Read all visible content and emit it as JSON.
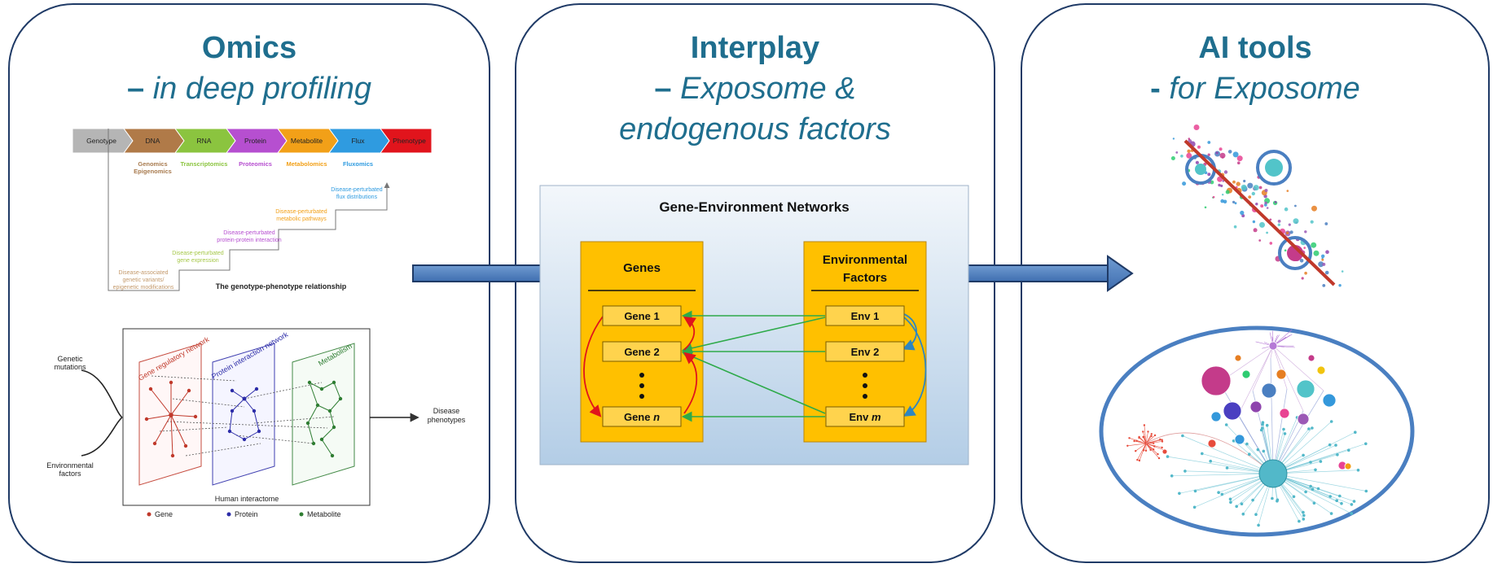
{
  "panels": {
    "omics": {
      "title": "Omics",
      "dash": "–",
      "subtitle": "in deep profiling"
    },
    "interplay": {
      "title": "Interplay",
      "dash": "–",
      "subtitle_line1": "Exposome &",
      "subtitle_line2": "endogenous factors"
    },
    "ai": {
      "title": "AI tools",
      "dash": "-",
      "subtitle": "for Exposome"
    }
  },
  "omics_chain": {
    "steps": [
      {
        "label": "Genotype",
        "color": "#b5b5b5"
      },
      {
        "label": "DNA",
        "color": "#b07a48"
      },
      {
        "label": "RNA",
        "color": "#8bc43f"
      },
      {
        "label": "Protein",
        "color": "#b64fd0"
      },
      {
        "label": "Metabolite",
        "color": "#f2a018"
      },
      {
        "label": "Flux",
        "color": "#2f9be0"
      },
      {
        "label": "Phenotype",
        "color": "#e1141c"
      }
    ],
    "omics_labels": [
      {
        "line1": "Genomics",
        "line2": "Epigenomics",
        "color": "#a87b4f"
      },
      {
        "line1": "Transcriptomics",
        "line2": "",
        "color": "#8bc43f"
      },
      {
        "line1": "Proteomics",
        "line2": "",
        "color": "#b64fd0"
      },
      {
        "line1": "Metabolomics",
        "line2": "",
        "color": "#f2a018"
      },
      {
        "line1": "Fluxomics",
        "line2": "",
        "color": "#2f9be0"
      }
    ],
    "staircase": [
      {
        "line1": "Disease-associated",
        "line2": "genetic variants/",
        "line3": "epigenetic modifications",
        "color": "#c49a6c"
      },
      {
        "line1": "Disease-perturbated",
        "line2": "gene expression",
        "line3": "",
        "color": "#a6c84a"
      },
      {
        "line1": "Disease-perturbated",
        "line2": "protein-protein interaction",
        "line3": "",
        "color": "#b64fd0"
      },
      {
        "line1": "Disease-perturbated",
        "line2": "metabolic pathways",
        "line3": "",
        "color": "#f2a018"
      },
      {
        "line1": "Disease-perturbated",
        "line2": "flux distributions",
        "line3": "",
        "color": "#2f9be0"
      }
    ],
    "caption": "The genotype-phenotype relationship"
  },
  "interactome": {
    "left_top": "Genetic",
    "left_top2": "mutations",
    "left_bottom": "Environmental",
    "left_bottom2": "factors",
    "right": "Disease",
    "right2": "phenotypes",
    "layer1": "Gene regulatory network",
    "layer2": "Protein interaction network",
    "layer3": "Metabolism",
    "bottom_label": "Human interactome",
    "legend": [
      {
        "label": "Gene",
        "color": "#c0392b"
      },
      {
        "label": "Protein",
        "color": "#2c2ca8"
      },
      {
        "label": "Metabolite",
        "color": "#2e7d32"
      }
    ]
  },
  "network": {
    "title": "Gene-Environment Networks",
    "genes_header": "Genes",
    "env_header_line1": "Environmental",
    "env_header_line2": "Factors",
    "genes": [
      {
        "prefix": "Gene",
        "suffix": "1",
        "italic": false
      },
      {
        "prefix": "Gene",
        "suffix": "2",
        "italic": false
      },
      {
        "prefix": "Gene",
        "suffix": "n",
        "italic": true
      }
    ],
    "envs": [
      {
        "prefix": "Env",
        "suffix": "1",
        "italic": false
      },
      {
        "prefix": "Env",
        "suffix": "2",
        "italic": false
      },
      {
        "prefix": "Env",
        "suffix": "m",
        "italic": true
      }
    ],
    "box_color": "#ffc000",
    "item_color": "#ffd34d",
    "gene_arrow_color": "#e0141c",
    "env_arrow_color": "#2e86c1",
    "cross_arrow_color": "#2eaa4a"
  },
  "colors": {
    "title": "#1f6e8e",
    "panel_border": "#1f3a66",
    "big_arrow": "#4f7fc0",
    "ai_slash": "#c0392b",
    "ai_circle": "#4a7fc1"
  }
}
